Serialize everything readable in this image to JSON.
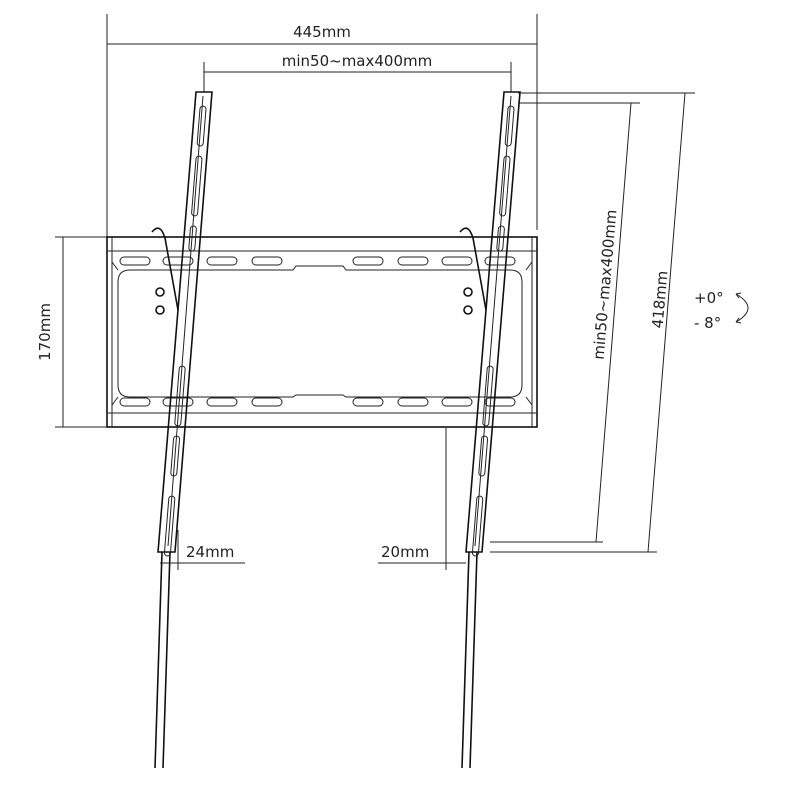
{
  "dimensions": {
    "overall_width": "445mm",
    "horizontal_vesa": "min50~max400mm",
    "plate_height": "170mm",
    "vertical_vesa": "min50~max400mm",
    "arm_length": "418mm",
    "wall_profile": "24mm",
    "tv_gap": "20mm"
  },
  "tilt": {
    "max": "+0°",
    "min": "- 8°"
  },
  "colors": {
    "line": "#222222",
    "background": "#ffffff"
  }
}
